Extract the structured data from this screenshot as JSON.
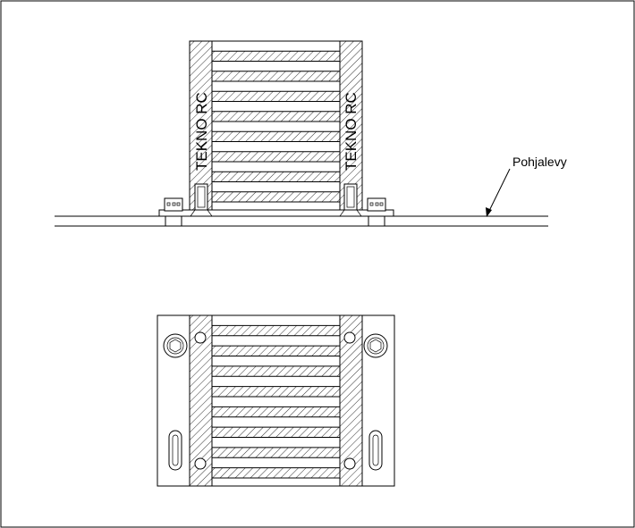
{
  "drawing": {
    "callout_label": "Pohjalevy",
    "brand_left": "TEKNO RC",
    "brand_right": "TEKNO RC"
  },
  "colors": {
    "line": "#000000",
    "background": "#ffffff"
  }
}
